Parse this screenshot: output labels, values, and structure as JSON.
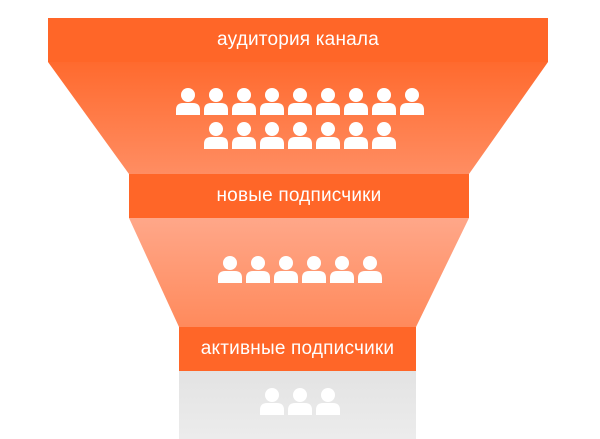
{
  "funnel": {
    "stages": [
      {
        "label": "аудитория канала"
      },
      {
        "label": "новые подписчики"
      },
      {
        "label": "активные подписчики"
      }
    ],
    "people_counts": {
      "stage1_row1": 9,
      "stage1_row2": 7,
      "stage2": 6,
      "stage3": 3
    },
    "colors": {
      "accent": "#ff6628",
      "icon": "#ffffff",
      "bottom_section": "#e0e0e0"
    }
  }
}
